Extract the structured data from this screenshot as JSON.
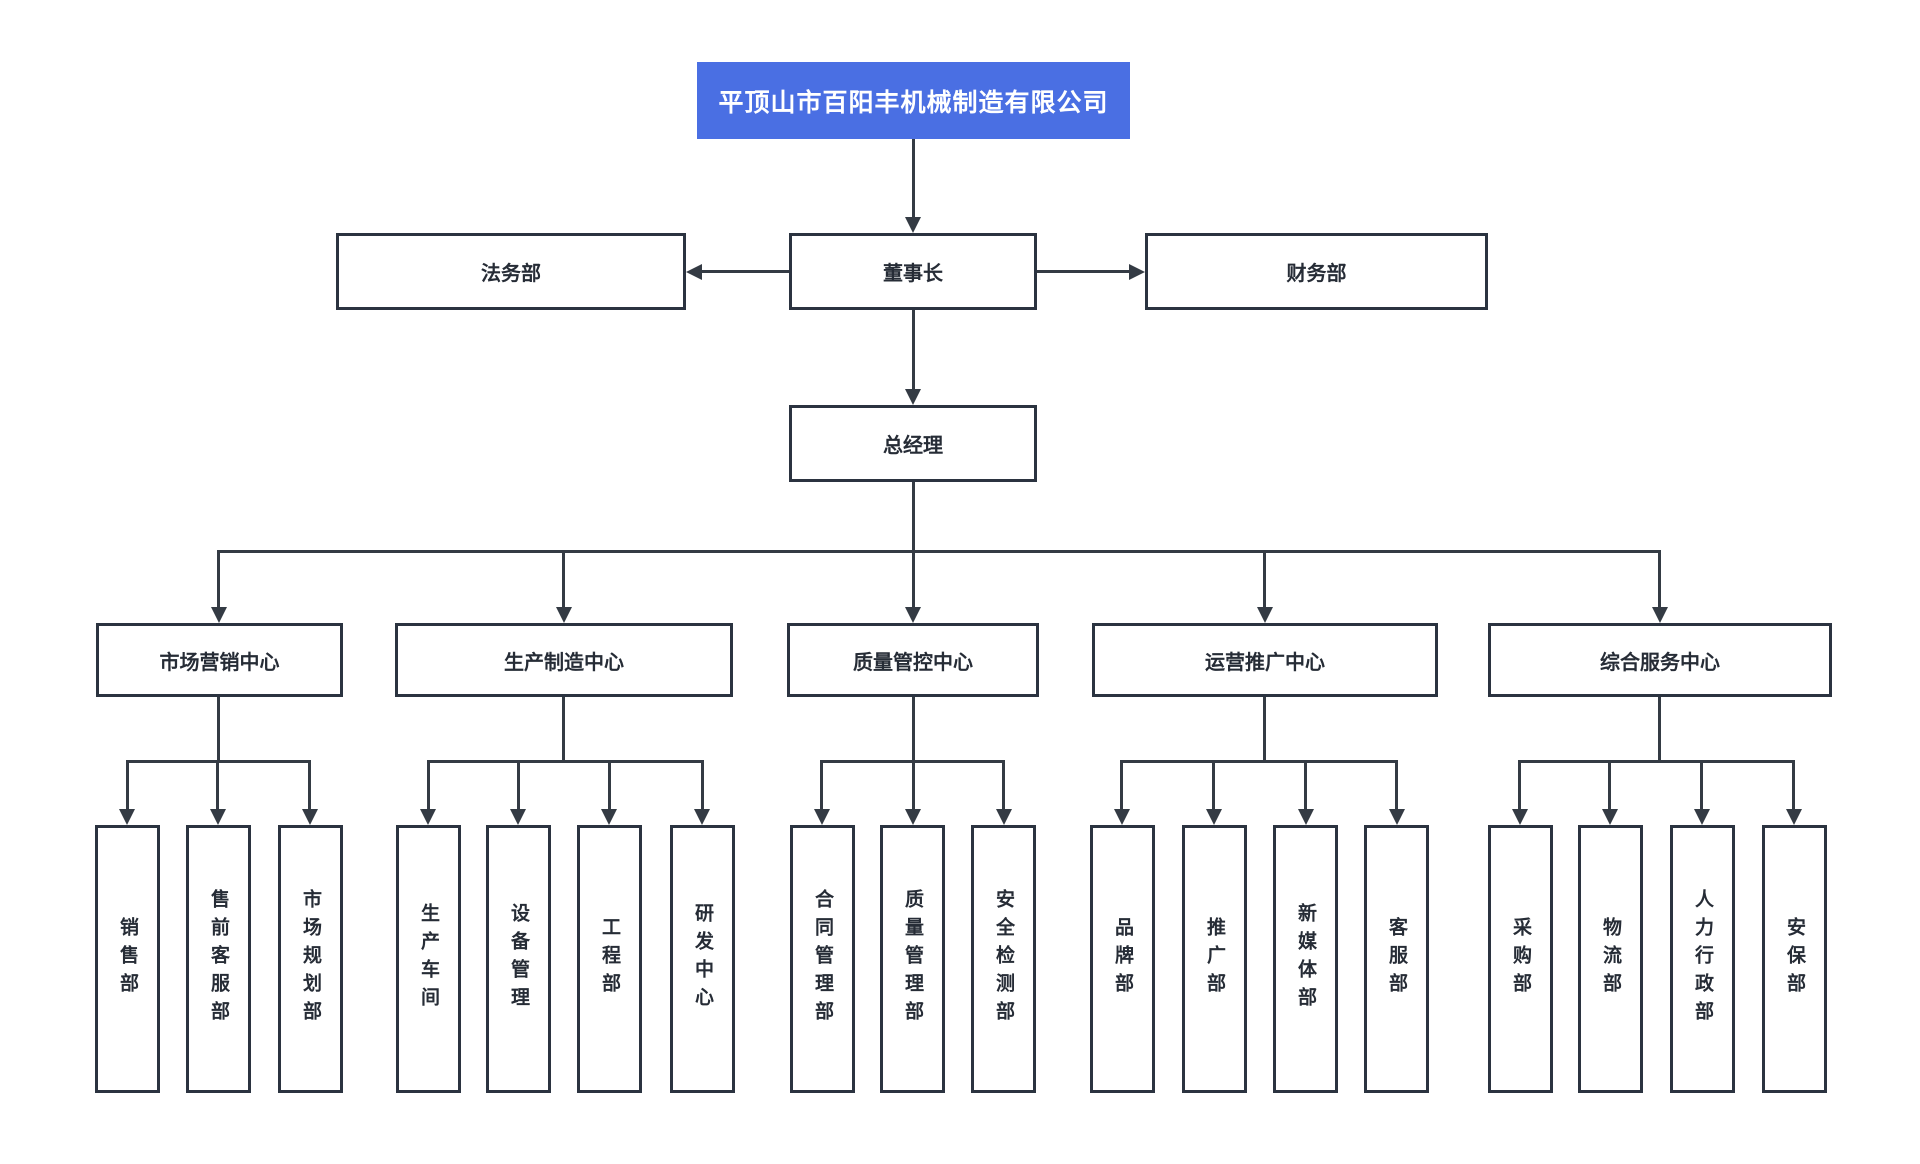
{
  "palette": {
    "accent": "#4a6fe3",
    "box_border": "#2b3340",
    "line_color": "#343b44",
    "box_text": "#262c36",
    "background": "#ffffff"
  },
  "org": {
    "root": {
      "label": "平顶山市百阳丰机械制造有限公司"
    },
    "executives": [
      {
        "label": "法务部"
      },
      {
        "label": "董事长"
      },
      {
        "label": "财务部"
      }
    ],
    "general_manager": {
      "label": "总经理"
    },
    "centers": [
      {
        "label": "市场营销中心",
        "departments": [
          "销售部",
          "售前客服部",
          "市场规划部"
        ]
      },
      {
        "label": "生产制造中心",
        "departments": [
          "生产车间",
          "设备管理",
          "工程部",
          "研发中心"
        ]
      },
      {
        "label": "质量管控中心",
        "departments": [
          "合同管理部",
          "质量管理部",
          "安全检测部"
        ]
      },
      {
        "label": "运营推广中心",
        "departments": [
          "品牌部",
          "推广部",
          "新媒体部",
          "客服部"
        ]
      },
      {
        "label": "综合服务中心",
        "departments": [
          "采购部",
          "物流部",
          "人力行政部",
          "安保部"
        ]
      }
    ]
  }
}
